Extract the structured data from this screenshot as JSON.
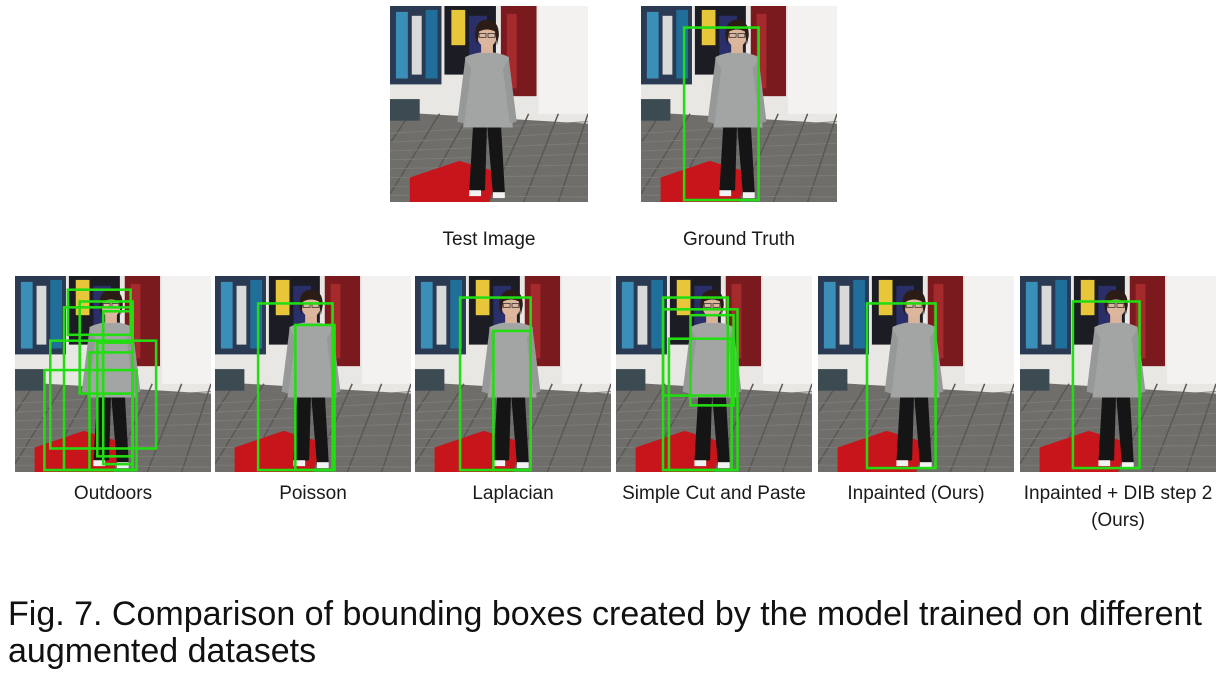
{
  "top_row": [
    {
      "label": "Test Image",
      "boxes": []
    },
    {
      "label": "Ground Truth",
      "boxes": [
        [
          0.22,
          0.11,
          0.6,
          0.99
        ]
      ]
    }
  ],
  "bottom_row": [
    {
      "label": "Outdoors",
      "boxes": [
        [
          0.25,
          0.16,
          0.6,
          0.99
        ],
        [
          0.33,
          0.13,
          0.6,
          0.6
        ],
        [
          0.18,
          0.33,
          0.72,
          0.88
        ],
        [
          0.15,
          0.48,
          0.62,
          0.99
        ],
        [
          0.38,
          0.39,
          0.6,
          0.99
        ],
        [
          0.45,
          0.18,
          0.6,
          0.96
        ],
        [
          0.27,
          0.07,
          0.59,
          0.3
        ],
        [
          0.42,
          0.34,
          0.6,
          0.92
        ]
      ]
    },
    {
      "label": "Poisson",
      "boxes": [
        [
          0.22,
          0.14,
          0.6,
          0.99
        ],
        [
          0.41,
          0.25,
          0.61,
          0.99
        ]
      ]
    },
    {
      "label": "Laplacian",
      "boxes": [
        [
          0.23,
          0.11,
          0.59,
          0.99
        ],
        [
          0.4,
          0.28,
          0.59,
          0.99
        ]
      ]
    },
    {
      "label": "Simple Cut and Paste",
      "boxes": [
        [
          0.24,
          0.11,
          0.57,
          0.61
        ],
        [
          0.24,
          0.17,
          0.62,
          0.99
        ],
        [
          0.27,
          0.32,
          0.59,
          0.99
        ],
        [
          0.38,
          0.2,
          0.6,
          0.66
        ]
      ]
    },
    {
      "label": "Inpainted (Ours)",
      "boxes": [
        [
          0.25,
          0.14,
          0.6,
          0.98
        ]
      ]
    },
    {
      "label": "Inpainted + DIB step 2 (Ours)",
      "boxes": [
        [
          0.27,
          0.13,
          0.61,
          0.98
        ]
      ]
    }
  ],
  "caption": "Fig. 7. Comparison of bounding boxes created by the model trained on different augmented datasets",
  "colors": {
    "box": "#22dd11"
  }
}
